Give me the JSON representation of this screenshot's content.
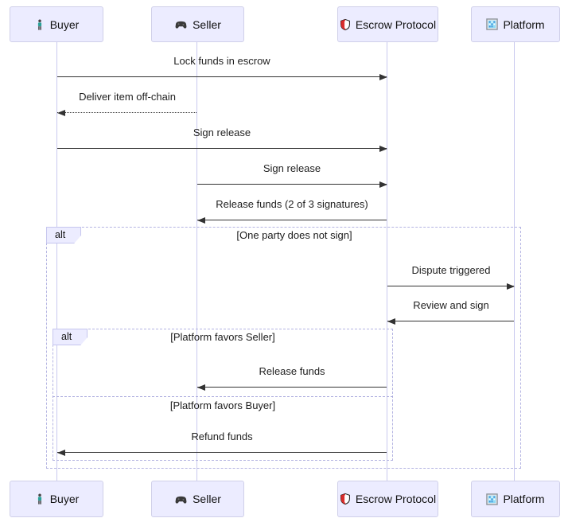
{
  "diagram_type": "sequence-diagram",
  "colors": {
    "actor_fill": "#ECECFF",
    "actor_border": "#cfcfe9",
    "lifeline": "#c9c9ef",
    "arrow": "#333333",
    "frame_border": "#b4b4e2",
    "buyer_icon_teal": "#2aa198",
    "shield_red": "#d92b2b",
    "building_blue": "#8fdbf5"
  },
  "actors": [
    {
      "label": "Buyer",
      "icon": "person-standing"
    },
    {
      "label": "Seller",
      "icon": "game-controller"
    },
    {
      "label": "Escrow Protocol",
      "icon": "shield"
    },
    {
      "label": "Platform",
      "icon": "office-building"
    }
  ],
  "messages": [
    {
      "from": "Buyer",
      "to": "Escrow Protocol",
      "text": "Lock funds in escrow",
      "style": "solid"
    },
    {
      "from": "Seller",
      "to": "Buyer",
      "text": "Deliver item off-chain",
      "style": "dotted"
    },
    {
      "from": "Buyer",
      "to": "Escrow Protocol",
      "text": "Sign release",
      "style": "solid"
    },
    {
      "from": "Seller",
      "to": "Escrow Protocol",
      "text": "Sign release",
      "style": "solid"
    },
    {
      "from": "Escrow Protocol",
      "to": "Seller",
      "text": "Release funds (2 of 3 signatures)",
      "style": "solid"
    },
    {
      "from": "Escrow Protocol",
      "to": "Platform",
      "text": "Dispute triggered",
      "style": "solid"
    },
    {
      "from": "Platform",
      "to": "Escrow Protocol",
      "text": "Review and sign",
      "style": "solid"
    },
    {
      "from": "Escrow Protocol",
      "to": "Seller",
      "text": "Release funds",
      "style": "solid"
    },
    {
      "from": "Escrow Protocol",
      "to": "Buyer",
      "text": "Refund funds",
      "style": "solid"
    }
  ],
  "frames": {
    "outer": {
      "label": "alt",
      "condition": "[One party does not sign]"
    },
    "inner": {
      "label": "alt",
      "condition_a": "[Platform favors Seller]",
      "condition_b": "[Platform favors Buyer]"
    }
  }
}
